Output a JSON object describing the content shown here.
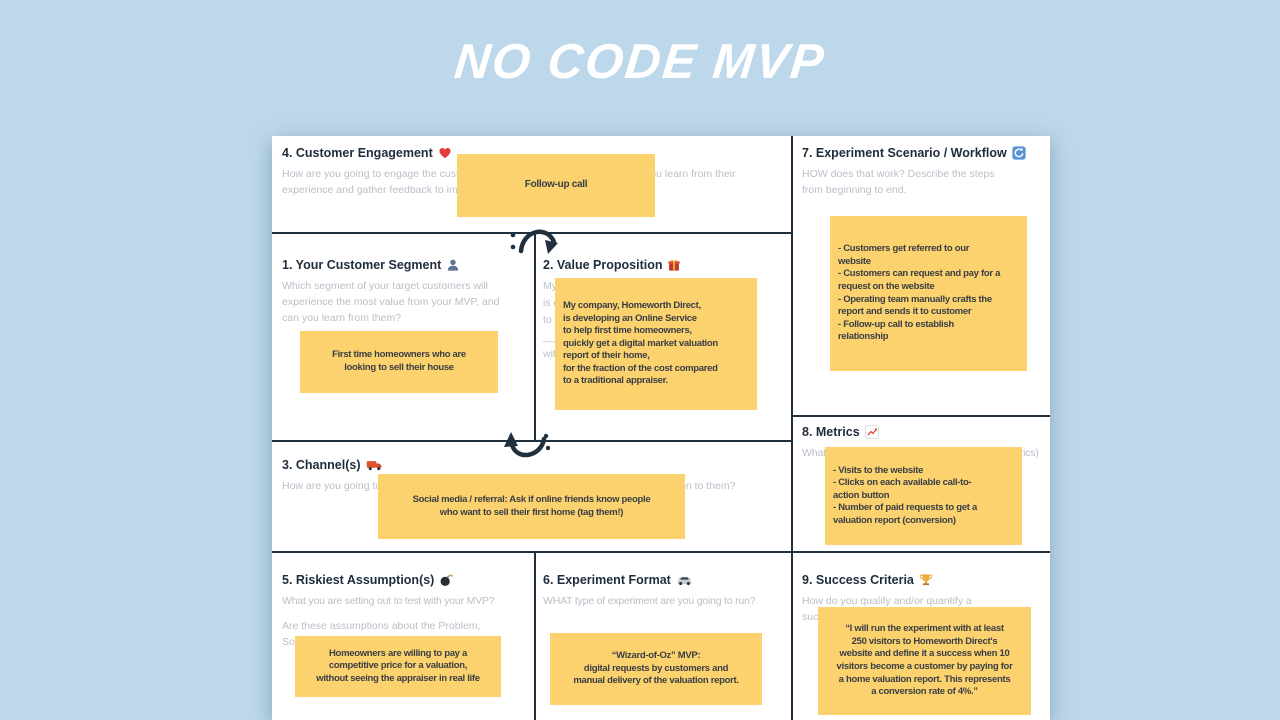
{
  "page": {
    "title": "NO CODE MVP"
  },
  "colors": {
    "background": "#BDD8EB",
    "canvas": "#FFFFFF",
    "grid_line": "#20303F",
    "sticky": "#FBD26E",
    "header_text": "#1E2C3C",
    "prompt_text": "#B9C0C8",
    "note_text": "#3A3E45",
    "title_text": "#FFFFFF"
  },
  "sections": {
    "customer_engagement": {
      "title": "4. Customer Engagement",
      "icon": "heart-icon",
      "prompt": "How are you going to engage the customers during the experiment? How can you learn from their\nexperience and gather feedback to improve it?"
    },
    "experiment_workflow": {
      "title": "7. Experiment Scenario / Workflow",
      "icon": "counterclockwise-arrows-icon",
      "prompt": "HOW does that work? Describe the steps\nfrom beginning to end."
    },
    "customer_segment": {
      "title": "1. Your Customer Segment",
      "icon": "person-icon",
      "prompt": "Which segment of your target customers will\nexperience the most value from your MVP, and\ncan you learn from them?"
    },
    "value_proposition": {
      "title": "2. Value Proposition",
      "icon": "gift-icon",
      "prompt": "My company, ____________\nis developing ____________\nto help ____________\n____________\nwith ____________"
    },
    "channels": {
      "title": "3. Channel(s)",
      "icon": "truck-icon",
      "prompt": "How are you going to reach your customers? How will you deliver your value proposition to them?"
    },
    "metrics": {
      "title": "8. Metrics",
      "icon": "chart-up-icon",
      "prompt": "What are you going to measure? (actionable metrics)"
    },
    "riskiest_assumptions": {
      "title": "5. Riskiest Assumption(s)",
      "icon": "bomb-icon",
      "prompt": "What you are setting out to test with your MVP?",
      "prompt2": "Are these assumptions about the Problem,\nSolution or both?"
    },
    "experiment_format": {
      "title": "6. Experiment Format",
      "icon": "car-icon",
      "prompt": "WHAT type of experiment are you going to run?"
    },
    "success_criteria": {
      "title": "9. Success Criteria",
      "icon": "trophy-icon",
      "prompt": "How do you qualify and/or quantify a\nsuccessful experiment?"
    }
  },
  "notes": {
    "follow_up": "Follow-up call",
    "workflow_steps": "- Customers get referred to our\nwebsite\n- Customers can request and pay for a\nrequest on the website\n- Operating team manually crafts the\nreport and sends it to customer\n- Follow-up call to establish\nrelationship",
    "segment": "First time homeowners who are\nlooking to sell their house",
    "value_prop": "My company, Homeworth Direct,\nis developing an Online Service\nto help first time homeowners,\nquickly get a digital market valuation\nreport of their home,\nfor the fraction of the cost compared\nto a traditional appraiser.",
    "metrics": "- Visits to the website\n- Clicks on each available call-to-\naction button\n- Number of paid requests to get a\nvaluation report (conversion)",
    "channels": "Social media / referral: Ask if online friends know people\nwho want to sell their first home (tag them!)",
    "assumption": "Homeowners are willing to pay a\ncompetitive price for a valuation,\nwithout seeing the appraiser in real life",
    "format": "“Wizard-of-Oz” MVP:\ndigital requests by customers and\nmanual delivery of the valuation report.",
    "success": "“I will run the experiment with at least\n250 visitors to Homeworth Direct's\nwebsite and define it a success when 10\nvisitors become a customer by paying for\na home valuation report. This represents\na conversion rate of 4%.”"
  }
}
